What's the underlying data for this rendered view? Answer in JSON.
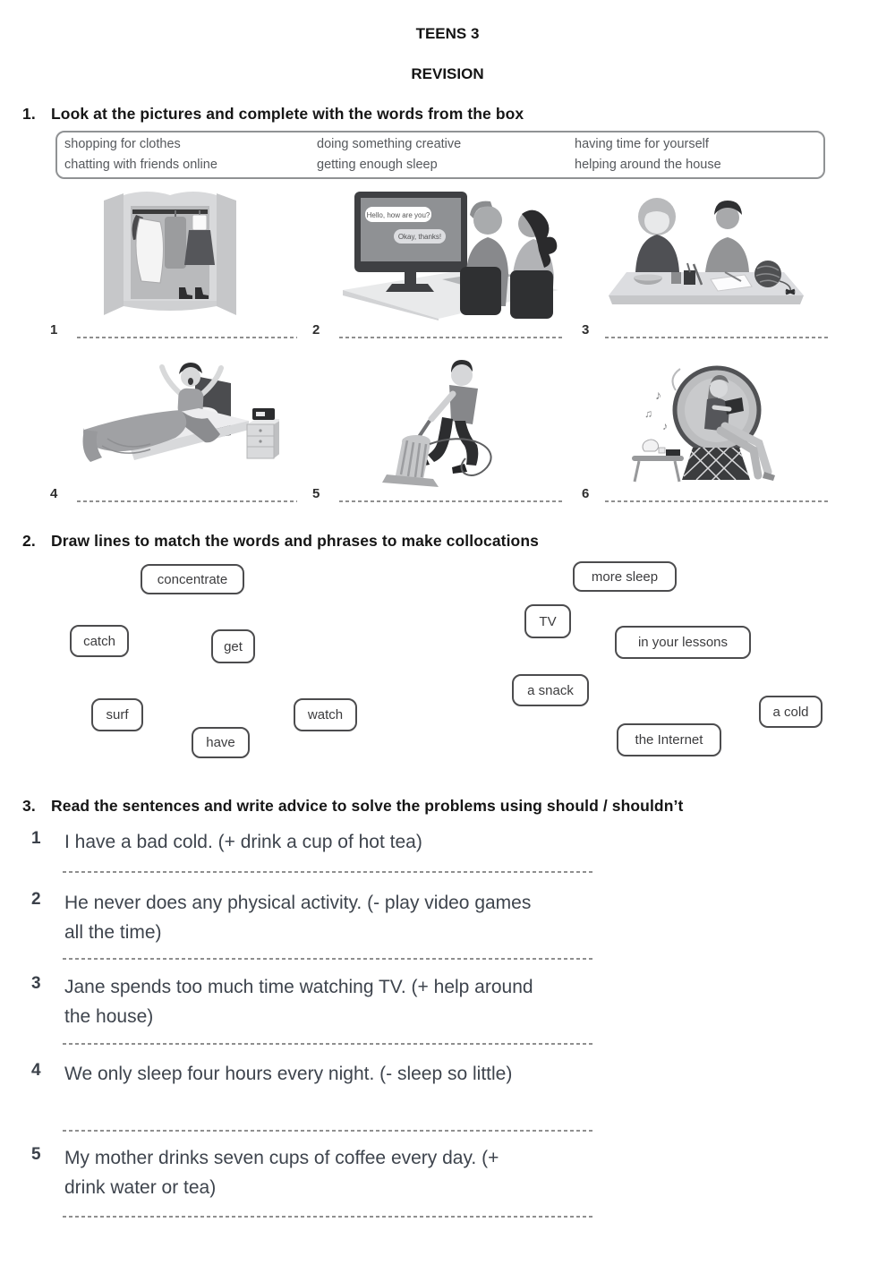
{
  "page": {
    "title": "TEENS 3",
    "subtitle": "REVISION"
  },
  "section1": {
    "number": "1.",
    "heading": "Look at the pictures and complete with the words from the box",
    "word_box": [
      "shopping for clothes",
      "chatting with friends online",
      "doing something creative",
      "getting enough sleep",
      "having time for yourself",
      "helping around the house"
    ],
    "chat": {
      "msg1": "Hello, how are you?",
      "msg2": "Okay, thanks!"
    },
    "items": [
      {
        "number": "1",
        "illustration": "open-wardrobe-with-clothes"
      },
      {
        "number": "2",
        "illustration": "teens-chatting-online-at-computer"
      },
      {
        "number": "3",
        "illustration": "teens-doing-crafts-at-table"
      },
      {
        "number": "4",
        "illustration": "boy-waking-up-stretching-in-bed"
      },
      {
        "number": "5",
        "illustration": "boy-vacuuming-the-house"
      },
      {
        "number": "6",
        "illustration": "girl-relaxing-reading-in-round-chair"
      }
    ]
  },
  "section2": {
    "number": "2.",
    "heading": "Draw lines to match the words and phrases to make collocations",
    "chips": [
      {
        "label": "concentrate"
      },
      {
        "label": "catch"
      },
      {
        "label": "get"
      },
      {
        "label": "surf"
      },
      {
        "label": "have"
      },
      {
        "label": "watch"
      },
      {
        "label": "more sleep"
      },
      {
        "label": "TV"
      },
      {
        "label": "in your lessons"
      },
      {
        "label": "a snack"
      },
      {
        "label": "a cold"
      },
      {
        "label": "the Internet"
      }
    ]
  },
  "section3": {
    "number": "3.",
    "heading": "Read the sentences and write advice to solve the problems using should / shouldn’t",
    "items": [
      {
        "number": "1",
        "text": "I have a bad cold. (+ drink a cup of hot tea)"
      },
      {
        "number": "2",
        "text": "He never does any physical activity. (- play video games all the time)"
      },
      {
        "number": "3",
        "text": "Jane spends too much time watching TV. (+ help around the house)"
      },
      {
        "number": "4",
        "text": "We only sleep four hours every night. (- sleep so little)"
      },
      {
        "number": "5",
        "text": "My mother drinks seven cups of coffee every day. (+ drink water or tea)"
      }
    ]
  }
}
